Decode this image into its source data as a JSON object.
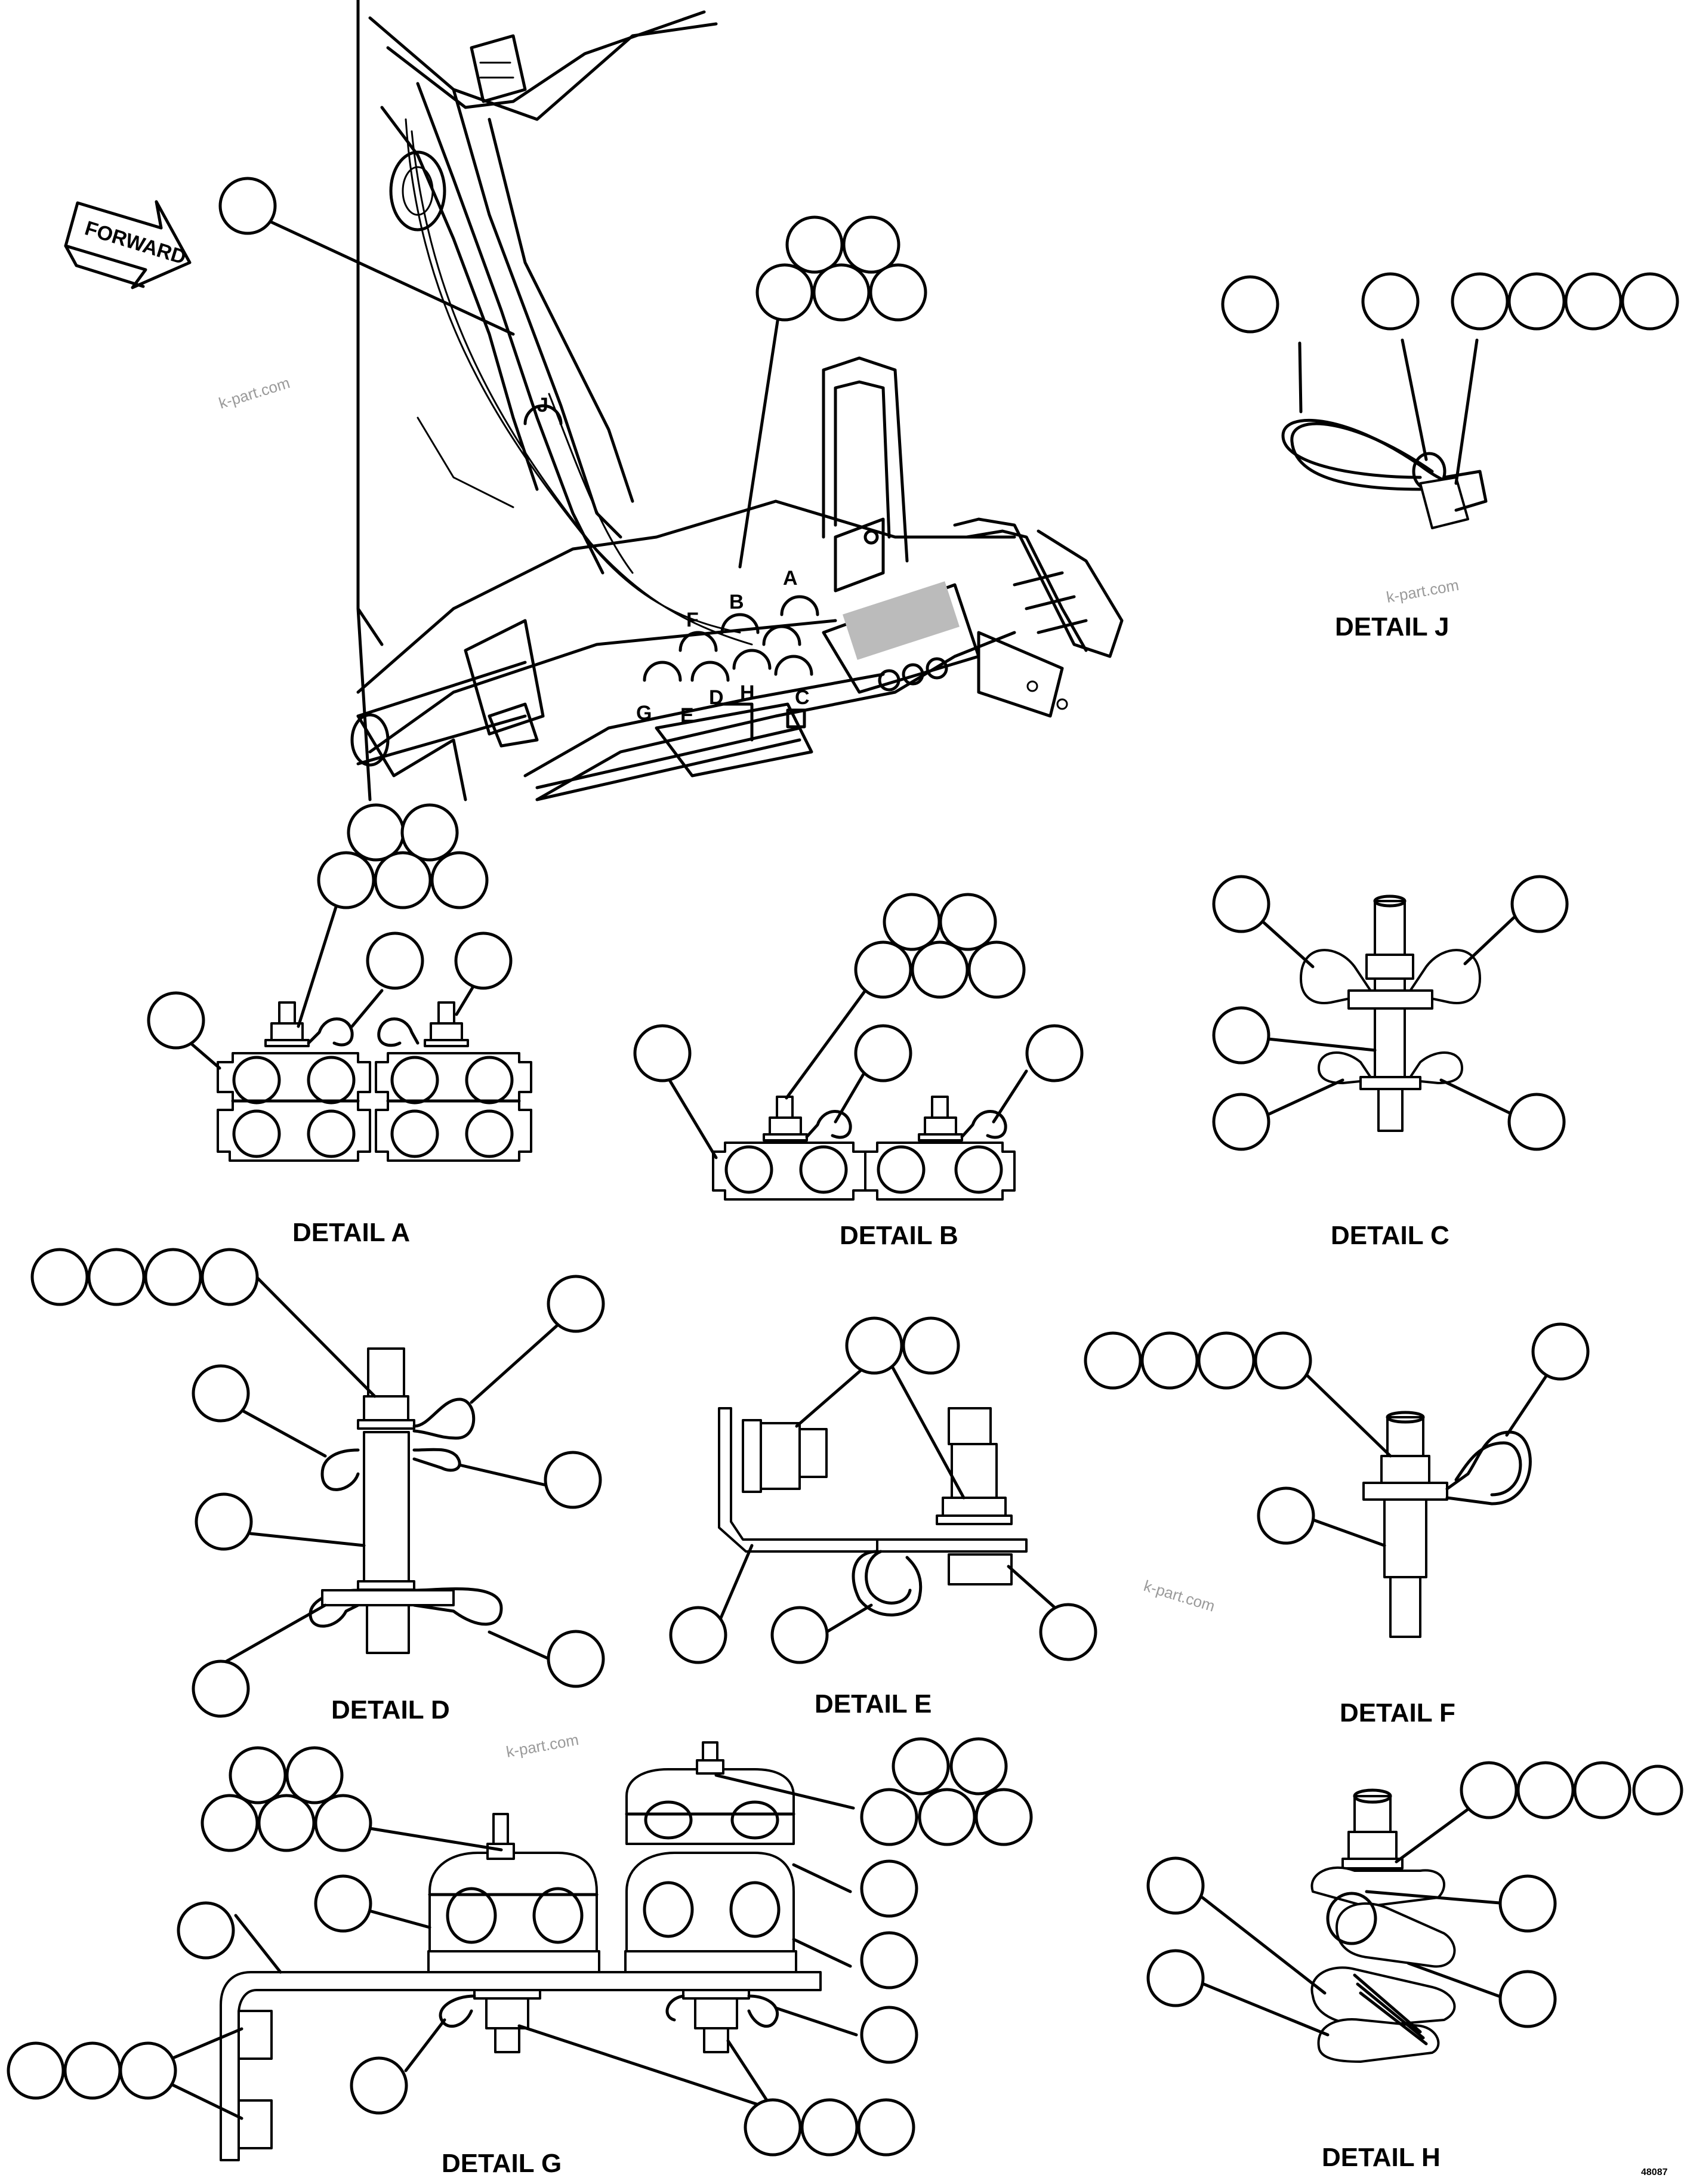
{
  "figure": {
    "forward_label": "FORWARD",
    "callout_letters": [
      "J",
      "F",
      "B",
      "A",
      "C",
      "G",
      "E",
      "D",
      "H"
    ],
    "captions": {
      "detail_j": "DETAIL J",
      "detail_a": "DETAIL A",
      "detail_b": "DETAIL B",
      "detail_c": "DETAIL C",
      "detail_d": "DETAIL D",
      "detail_e": "DETAIL E",
      "detail_f": "DETAIL F",
      "detail_g": "DETAIL G",
      "detail_h": "DETAIL H"
    },
    "watermark": "k-part.com",
    "sheet_id": "48087",
    "line_color": "#000000",
    "background_color": "#ffffff"
  }
}
